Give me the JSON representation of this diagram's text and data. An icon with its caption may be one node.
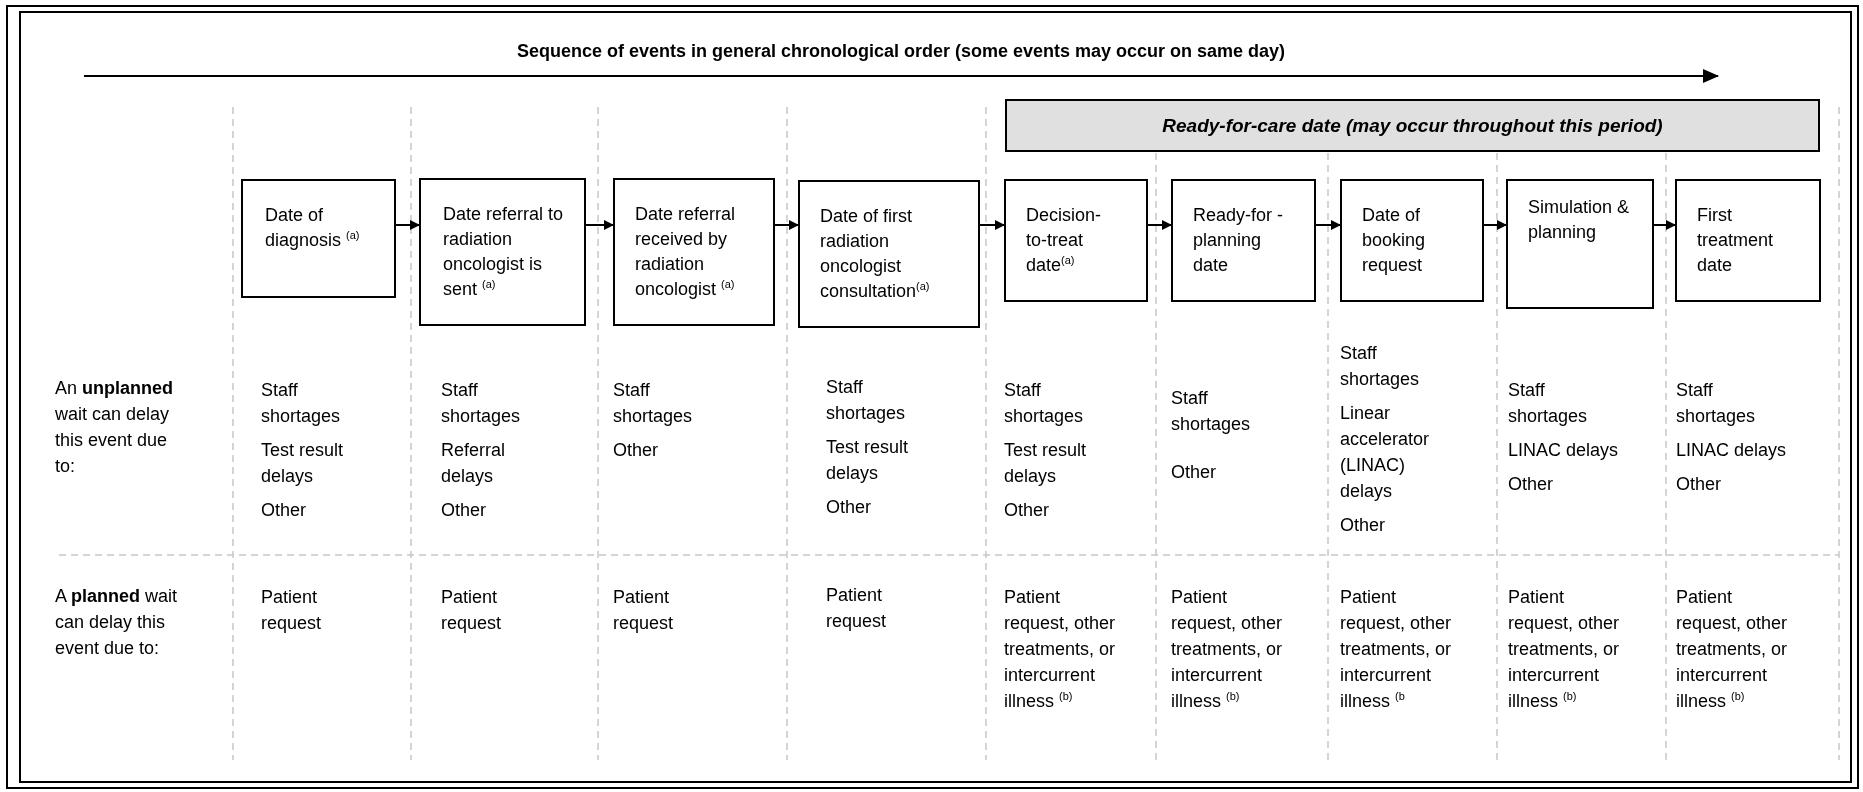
{
  "diagram": {
    "title": "Sequence of events in general chronological order (some events may occur on same day)",
    "nodes": [
      {
        "text": [
          "Ready-for-care date (may occur throughout this period)"
        ]
      },
      {
        "text": [
          "Date of diagnosis $^{(a)}$"
        ]
      },
      {
        "text": [
          "Date referral to radiation oncologist is sent $^{(a)}$"
        ]
      },
      {
        "text": [
          "Date referral received by radiation oncologist $^{(a)}$"
        ]
      },
      {
        "text": [
          "Date of first radiation oncologist consultation$^{(a)}$"
        ]
      },
      {
        "text": [
          "Decision-to-treat date$^{(a)}$"
        ]
      },
      {
        "text": [
          "Ready-for -planning date"
        ]
      },
      {
        "text": [
          "Date of booking request"
        ]
      },
      {
        "text": [
          "Simulation & planning"
        ]
      },
      {
        "text": [
          "First treatment date"
        ]
      }
    ],
    "edges": [
      {
        "from": 1,
        "to": 2,
        "arrow": "to"
      },
      {
        "from": 2,
        "to": 3,
        "arrow": "to"
      },
      {
        "from": 3,
        "to": 4,
        "arrow": "to"
      },
      {
        "from": 4,
        "to": 5,
        "arrow": "to"
      },
      {
        "from": 5,
        "to": 6,
        "arrow": "to"
      },
      {
        "from": 6,
        "to": 7,
        "arrow": "to"
      },
      {
        "from": 7,
        "to": 8,
        "arrow": "to"
      },
      {
        "from": 8,
        "to": 9,
        "arrow": "to"
      }
    ],
    "labels": [
      "An **unplanned** wait can delay this event due to:",
      "Staff shortages",
      "Test result delays",
      "Other",
      "Staff shortages",
      "Referral delays",
      "Other",
      "Staff shortages",
      "Other",
      "Staff shortages",
      "Test result delays",
      "Other",
      "Staff shortages",
      "Test result delays",
      "Other",
      "Staff shortages",
      "Other",
      "Staff shortages",
      "Linear accelerator (LINAC) delays",
      "Other",
      "Staff shortages",
      "LINAC delays",
      "Other",
      "Staff shortages",
      "LINAC delays",
      "Other",
      "A **planned** wait can delay this event due to:",
      "Patient request",
      "Patient request",
      "Patient request",
      "Patient request",
      "Patient request, other treatments, or intercurrent illness $^{(b)}$",
      "Patient request, other treatments, or intercurrent illness $^{(b)}$",
      "Patient request, other treatments, or intercurrent illness $^{(b}$",
      "Patient request, other treatments, or intercurrent illness $^{(b)}$",
      "Patient request, other treatments, or intercurrent illness $^{(b)}$"
    ]
  }
}
